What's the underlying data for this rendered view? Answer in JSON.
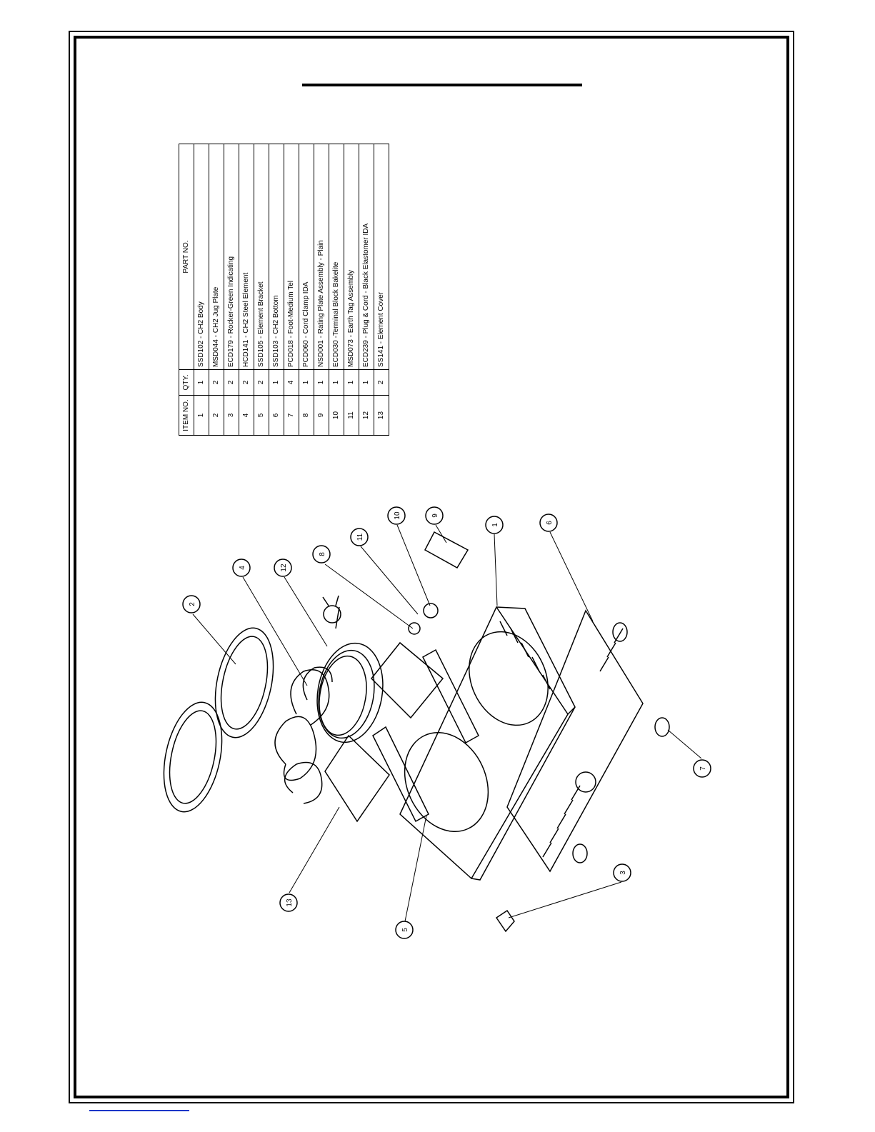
{
  "bom": {
    "headers": [
      "ITEM NO.",
      "QTY.",
      "PART NO."
    ],
    "rows": [
      {
        "item": "1",
        "qty": "1",
        "part": "SSD102 - CH2 Body"
      },
      {
        "item": "2",
        "qty": "2",
        "part": "MSD044 - CH2 Jug Plate"
      },
      {
        "item": "3",
        "qty": "2",
        "part": "ECD179 - Rocker-Green Indicating"
      },
      {
        "item": "4",
        "qty": "2",
        "part": "HCD141 - CH2 Steel Element"
      },
      {
        "item": "5",
        "qty": "2",
        "part": "SSD105 - Element Bracket"
      },
      {
        "item": "6",
        "qty": "1",
        "part": "SSD103 - CH2 Bottom"
      },
      {
        "item": "7",
        "qty": "4",
        "part": "PCD018 - Foot-Medium Tel"
      },
      {
        "item": "8",
        "qty": "1",
        "part": "PCD060 - Cord Clamp IDA"
      },
      {
        "item": "9",
        "qty": "1",
        "part": "NSD001 - Rating Plate Assembly - Plain"
      },
      {
        "item": "10",
        "qty": "1",
        "part": "ECD030 -Terminal Block Bakelite"
      },
      {
        "item": "11",
        "qty": "1",
        "part": "MSD073 - Earth Tag Assembly"
      },
      {
        "item": "12",
        "qty": "1",
        "part": "ECD239 - Plug & Cord - Black Elastomer IDA"
      },
      {
        "item": "13",
        "qty": "2",
        "part": "SS141 - Element Cover"
      }
    ]
  },
  "balloons": [
    "1",
    "2",
    "3",
    "4",
    "5",
    "6",
    "7",
    "8",
    "9",
    "10",
    "11",
    "12",
    "13"
  ]
}
